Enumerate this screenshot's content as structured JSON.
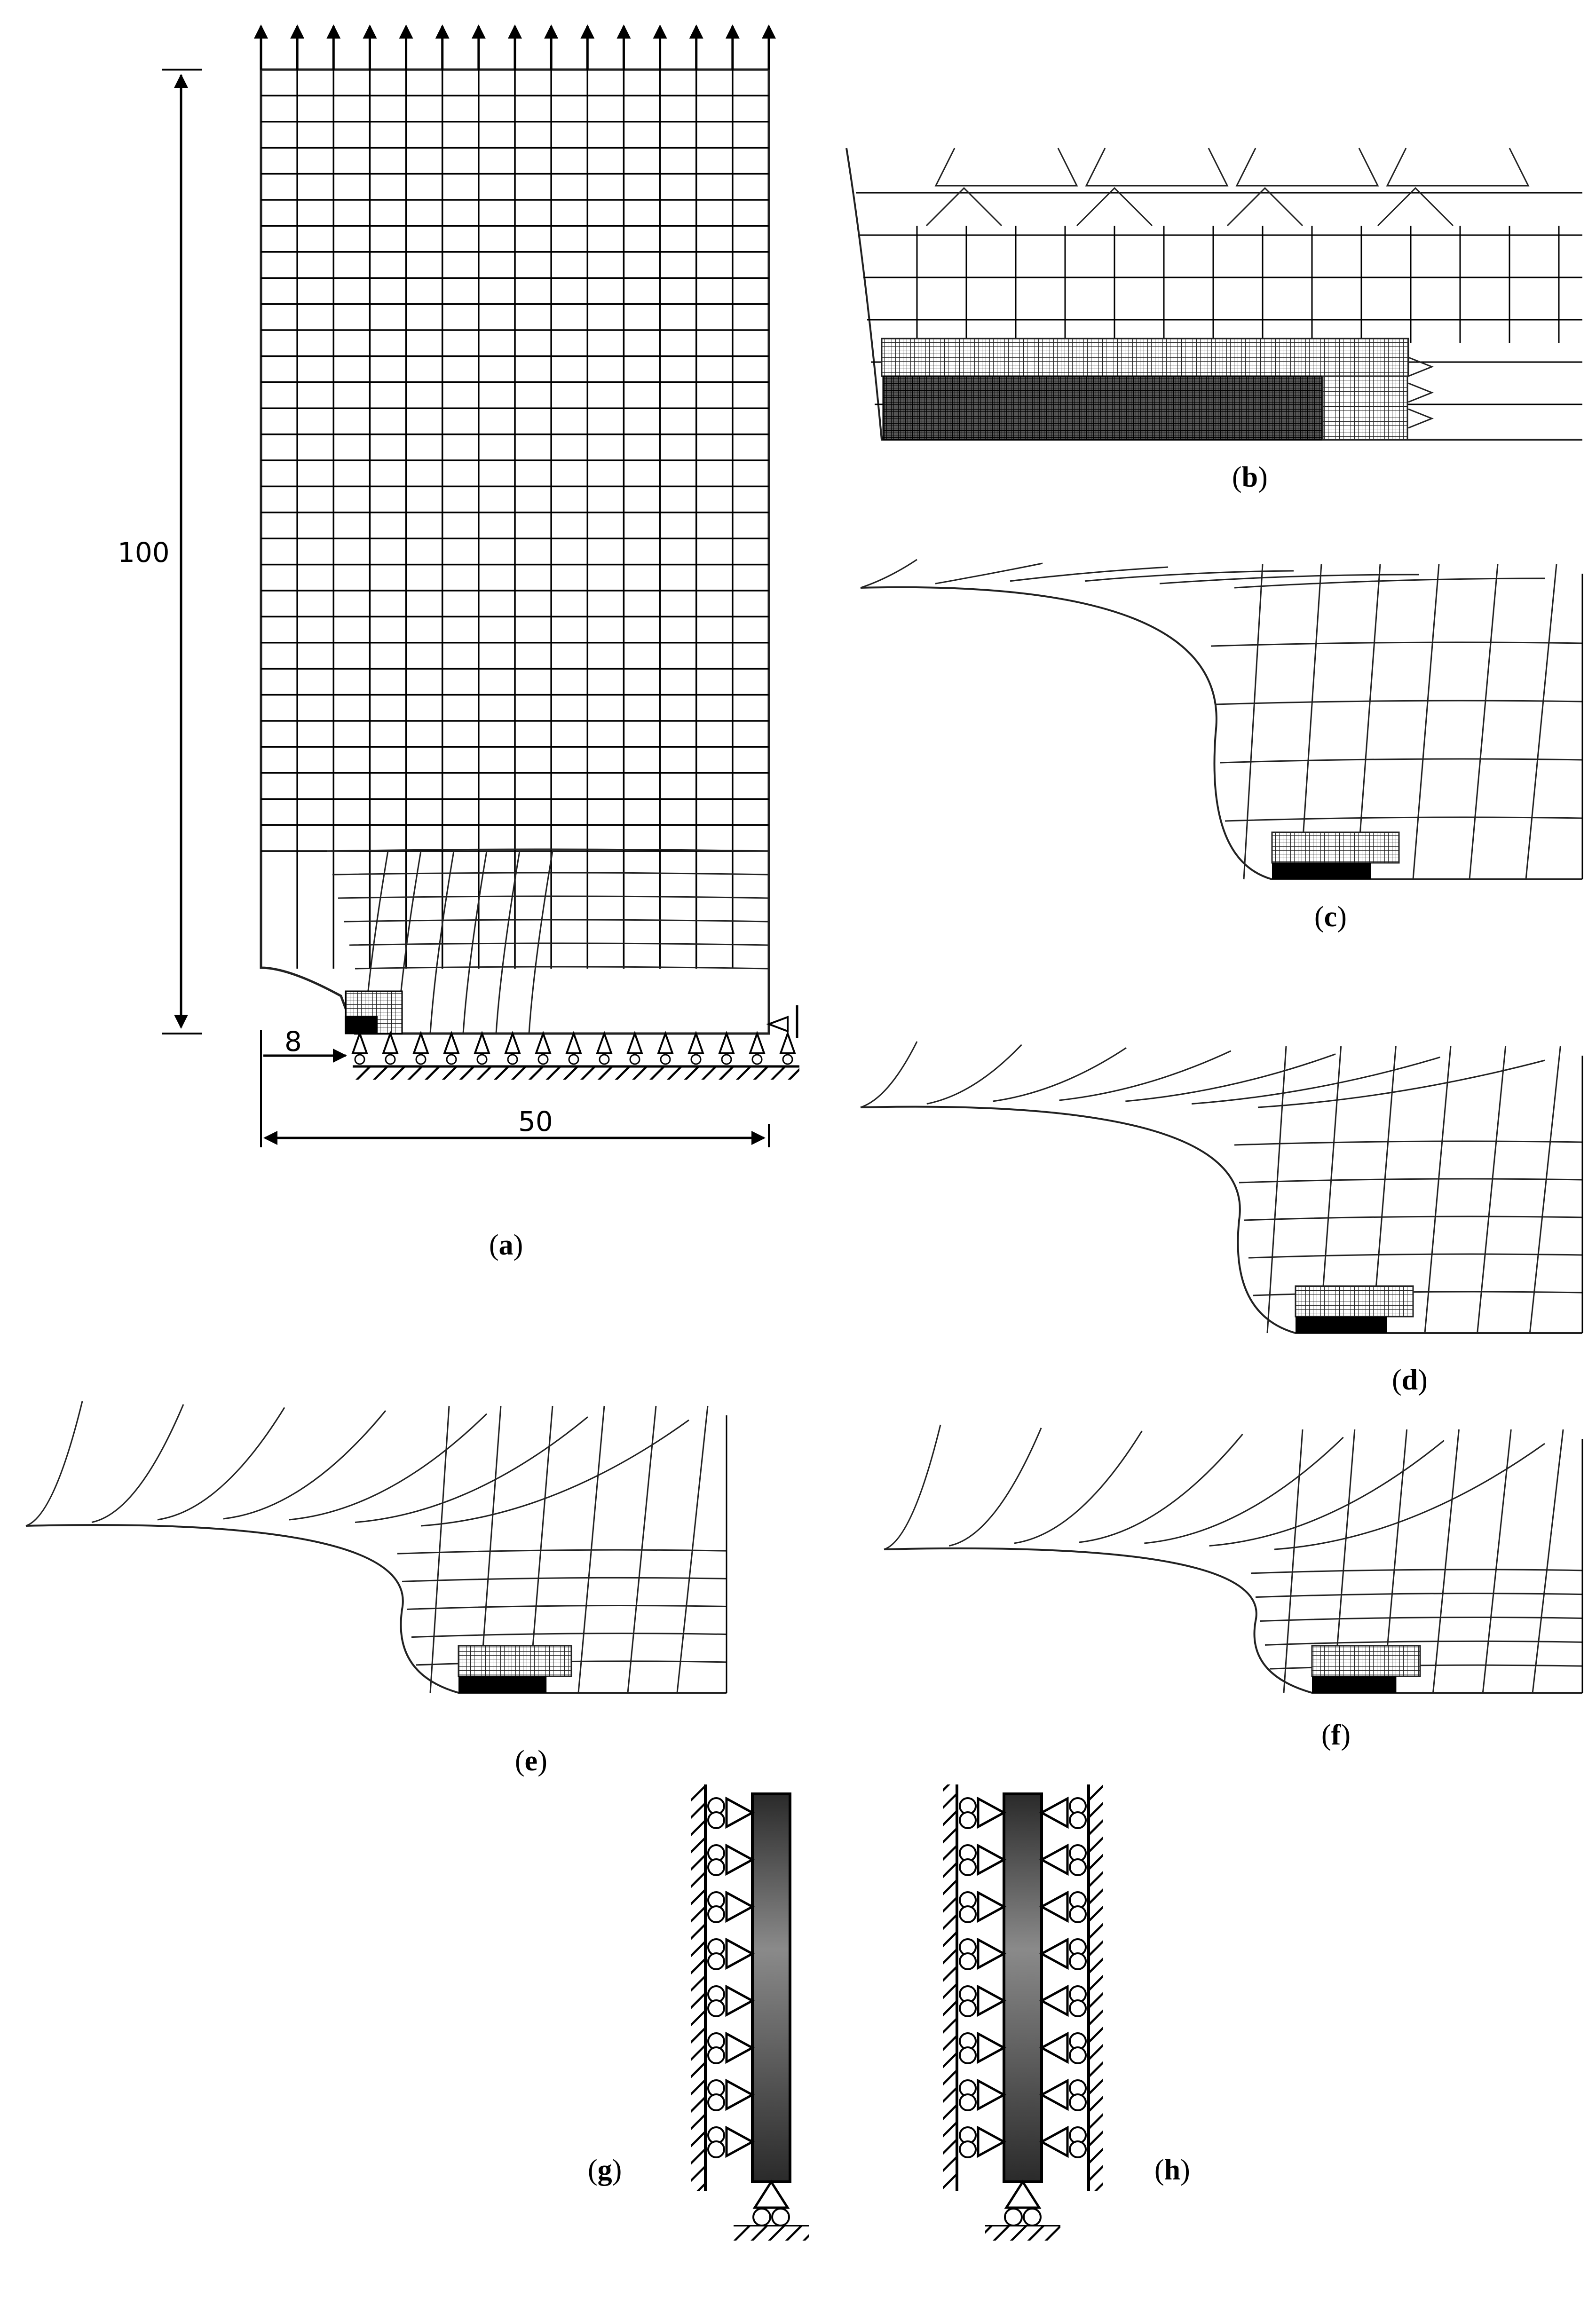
{
  "panels": {
    "a": "a",
    "b": "b",
    "c": "c",
    "d": "d",
    "e": "e",
    "f": "f",
    "g": "g",
    "h": "h"
  },
  "dimensions": {
    "height": "100",
    "notch": "8",
    "width": "50"
  },
  "colors": {
    "line": "#000000",
    "mesh": "#222222",
    "rod_dark": "#2a2a2a",
    "rod_light": "#8a8a8a",
    "background": "#ffffff"
  }
}
